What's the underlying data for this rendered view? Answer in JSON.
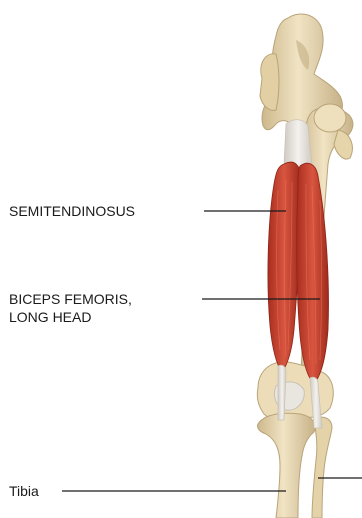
{
  "labels": {
    "semitendinosus": "SEMITENDINOSUS",
    "biceps_line1": "BICEPS FEMORIS,",
    "biceps_line2": "LONG HEAD",
    "tibia": "Tibia"
  },
  "colors": {
    "bone": "#ead9b3",
    "bone_shadow": "#c9b58a",
    "muscle": "#c9402e",
    "muscle_dark": "#9e2a1c",
    "tendon": "#e7e3dc",
    "leader_line": "#1a1a1a"
  }
}
